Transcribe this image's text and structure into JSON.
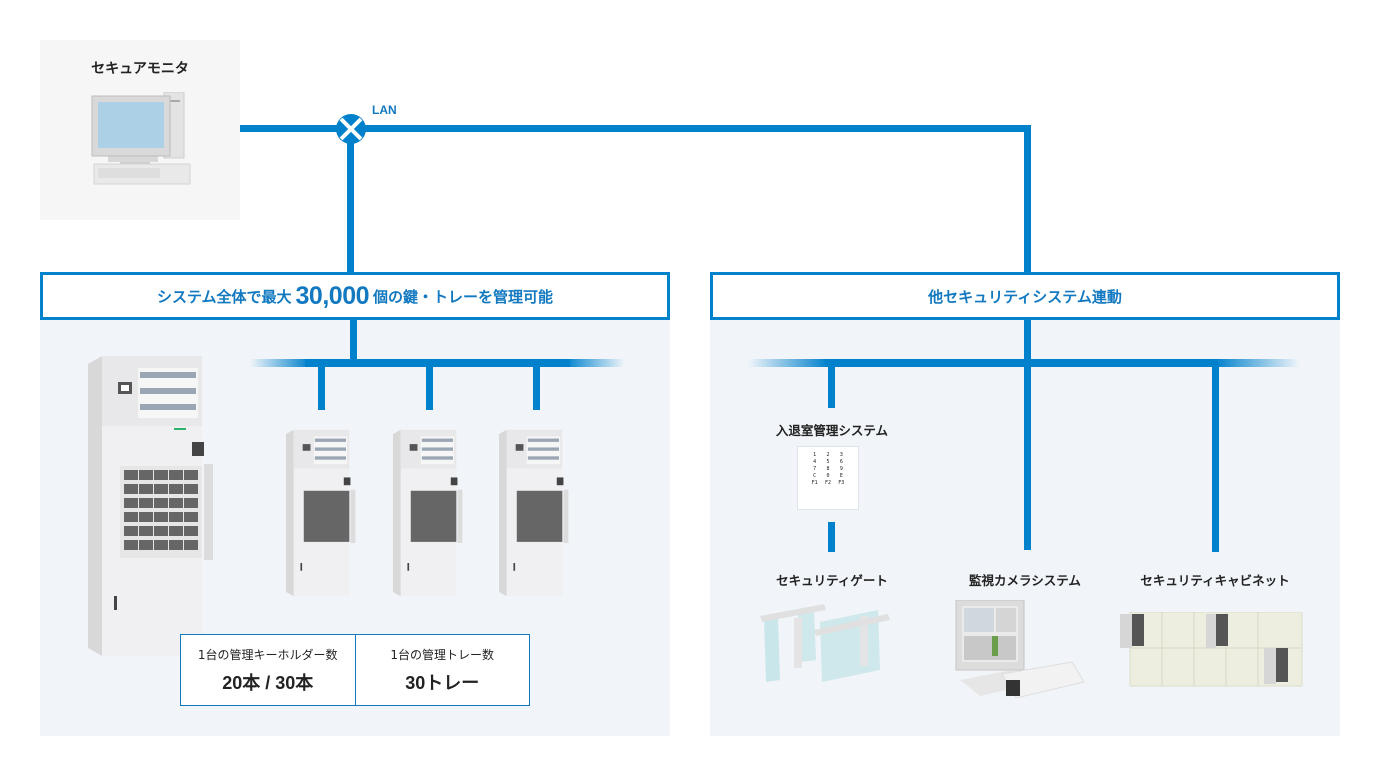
{
  "monitor": {
    "title": "セキュアモニタ"
  },
  "network": {
    "lan_label": "LAN"
  },
  "left_section": {
    "header_prefix": "システム全体で最大",
    "header_number": "30,000",
    "header_suffix": "個の鍵・トレーを管理可能",
    "specs": [
      {
        "label": "1台の管理キーホルダー数",
        "value": "20本 / 30本"
      },
      {
        "label": "1台の管理トレー数",
        "value": "30トレー"
      }
    ]
  },
  "right_section": {
    "header": "他セキュリティシステム連動",
    "devices": [
      {
        "label": "入退室管理システム"
      },
      {
        "label": "セキュリティゲート"
      },
      {
        "label": "監視カメラシステム"
      },
      {
        "label": "セキュリティキャビネット"
      }
    ],
    "keypad_keys": [
      "1",
      "2",
      "3",
      "4",
      "5",
      "6",
      "7",
      "8",
      "9",
      "C",
      "0",
      "E",
      "F1",
      "F2",
      "F3"
    ]
  },
  "colors": {
    "accent": "#0081cc",
    "panel_bg": "#f1f5f9",
    "monitor_bg": "#f6f6f6"
  }
}
